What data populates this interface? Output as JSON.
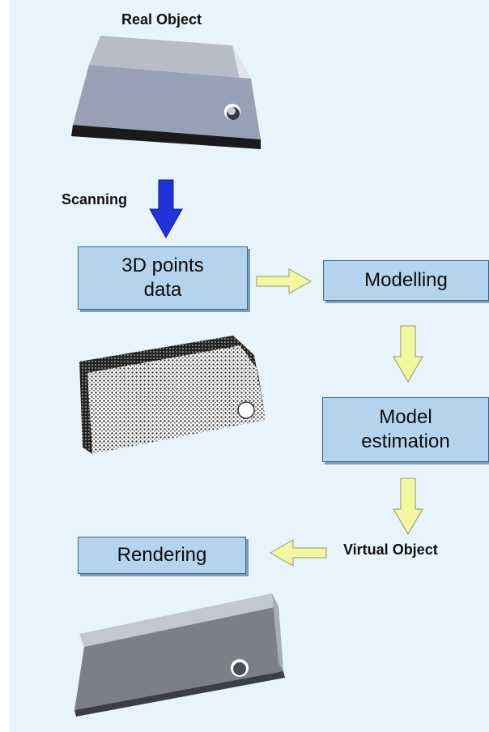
{
  "labels": {
    "real_object": "Real Object",
    "scanning": "Scanning",
    "virtual_object": "Virtual Object"
  },
  "boxes": {
    "points_data": "3D points\ndata",
    "modelling": "Modelling",
    "model_estimation": "Model\nestimation",
    "rendering": "Rendering"
  },
  "colors": {
    "background": "#e8f4fb",
    "box_fill": "#b4d4ee",
    "scan_arrow": "#2233dd",
    "flow_arrow": "#f2f7a0"
  },
  "icons": {
    "real_object": "gray-block-with-hole",
    "point_cloud": "scanned-point-mesh",
    "rendered_object": "rendered-gray-plate"
  }
}
